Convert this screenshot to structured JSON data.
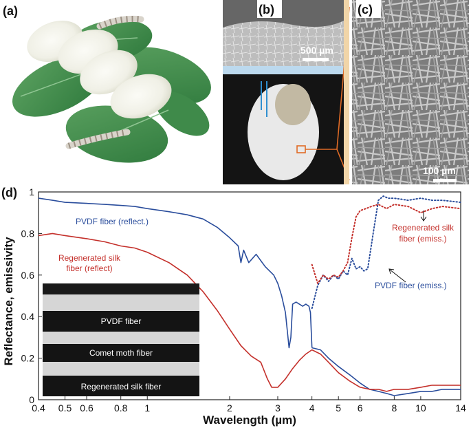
{
  "panels": {
    "a": "(a)",
    "b": "(b)",
    "c": "(c)",
    "d": "(d)"
  },
  "scalebars": {
    "b": "500 µm",
    "c": "100 µm"
  },
  "inset_labels": [
    "PVDF fiber",
    "Comet moth fiber",
    "Regenerated silk fiber"
  ],
  "colors": {
    "pvdf": "#2a4d9c",
    "silk": "#c4302b"
  },
  "chart_data": {
    "type": "line",
    "xlabel": "Wavelength (µm)",
    "ylabel": "Reflectance, emissivity",
    "xscale": "log",
    "xlim": [
      0.4,
      14
    ],
    "ylim": [
      0,
      1
    ],
    "xticks": [
      0.4,
      0.5,
      0.6,
      0.8,
      1,
      2,
      3,
      4,
      5,
      6,
      8,
      10,
      14
    ],
    "xtick_labels": [
      "0.4",
      "0.5",
      "0.6",
      "0.8",
      "1",
      "2",
      "3",
      "4",
      "5",
      "6",
      "8",
      "10",
      "14"
    ],
    "yticks": [
      0,
      0.2,
      0.4,
      0.6,
      0.8,
      1
    ],
    "ytick_labels": [
      "0",
      "0.2",
      "0.4",
      "0.6",
      "0.8",
      "1"
    ],
    "annotations": {
      "pvdf_reflect": "PVDF fiber (reflect.)",
      "silk_reflect_1": "Regenerated silk",
      "silk_reflect_2": "fiber (reflect)",
      "silk_emiss_1": "Regenerated silk",
      "silk_emiss_2": "fiber (emiss.)",
      "pvdf_emiss": "PVDF fiber (emiss.)"
    },
    "series": [
      {
        "key": "pvdf_reflect",
        "style": "solid",
        "color": "#2a4d9c",
        "x": [
          0.4,
          0.45,
          0.5,
          0.6,
          0.7,
          0.8,
          0.9,
          1.0,
          1.2,
          1.4,
          1.6,
          1.8,
          2.0,
          2.15,
          2.2,
          2.25,
          2.35,
          2.5,
          2.7,
          2.9,
          3.0,
          3.1,
          3.2,
          3.3,
          3.35,
          3.4,
          3.5,
          3.7,
          3.8,
          3.9,
          3.95,
          4.0
        ],
        "y": [
          0.97,
          0.96,
          0.95,
          0.945,
          0.94,
          0.935,
          0.93,
          0.92,
          0.905,
          0.89,
          0.87,
          0.83,
          0.78,
          0.74,
          0.66,
          0.72,
          0.66,
          0.7,
          0.64,
          0.6,
          0.56,
          0.5,
          0.42,
          0.25,
          0.3,
          0.46,
          0.47,
          0.45,
          0.46,
          0.45,
          0.42,
          0.25
        ]
      },
      {
        "key": "pvdf_reflect_tail",
        "style": "solid",
        "color": "#2a4d9c",
        "x": [
          4.0,
          4.3,
          4.6,
          5.0,
          5.5,
          6.0,
          6.5,
          7.0,
          7.5,
          8.0,
          9.0,
          10,
          11,
          12,
          14
        ],
        "y": [
          0.25,
          0.24,
          0.2,
          0.16,
          0.12,
          0.08,
          0.05,
          0.04,
          0.03,
          0.02,
          0.03,
          0.04,
          0.04,
          0.05,
          0.05
        ]
      },
      {
        "key": "silk_reflect",
        "style": "solid",
        "color": "#c4302b",
        "x": [
          0.4,
          0.45,
          0.5,
          0.6,
          0.7,
          0.8,
          0.9,
          1.0,
          1.2,
          1.4,
          1.6,
          1.8,
          2.0,
          2.2,
          2.4,
          2.6,
          2.75,
          2.85,
          3.0,
          3.2,
          3.4,
          3.6,
          3.8,
          4.0,
          4.3,
          4.6,
          5.0,
          5.5,
          6.0,
          6.5,
          7.0,
          7.5,
          8.0,
          9.0,
          10,
          11,
          12,
          14
        ],
        "y": [
          0.79,
          0.8,
          0.79,
          0.775,
          0.76,
          0.74,
          0.73,
          0.71,
          0.66,
          0.6,
          0.52,
          0.43,
          0.34,
          0.26,
          0.21,
          0.18,
          0.1,
          0.06,
          0.06,
          0.1,
          0.15,
          0.19,
          0.22,
          0.24,
          0.22,
          0.18,
          0.13,
          0.09,
          0.06,
          0.05,
          0.05,
          0.04,
          0.05,
          0.05,
          0.06,
          0.07,
          0.07,
          0.07
        ]
      },
      {
        "key": "pvdf_emiss",
        "style": "dotted",
        "color": "#2a4d9c",
        "x": [
          4.0,
          4.2,
          4.4,
          4.6,
          4.8,
          5.0,
          5.2,
          5.4,
          5.6,
          5.8,
          6.0,
          6.2,
          6.4,
          6.7,
          7.0,
          7.3,
          7.6,
          8.0,
          9.0,
          10,
          11,
          12,
          14
        ],
        "y": [
          0.44,
          0.55,
          0.6,
          0.57,
          0.6,
          0.58,
          0.62,
          0.6,
          0.68,
          0.63,
          0.64,
          0.62,
          0.63,
          0.8,
          0.96,
          0.98,
          0.97,
          0.97,
          0.96,
          0.97,
          0.96,
          0.96,
          0.95
        ]
      },
      {
        "key": "silk_emiss",
        "style": "dotted",
        "color": "#c4302b",
        "x": [
          4.0,
          4.2,
          4.4,
          4.6,
          4.8,
          5.0,
          5.2,
          5.4,
          5.6,
          5.8,
          6.0,
          6.3,
          6.6,
          7.0,
          7.5,
          8.0,
          9.0,
          10,
          11,
          12,
          14
        ],
        "y": [
          0.65,
          0.56,
          0.6,
          0.58,
          0.6,
          0.59,
          0.62,
          0.66,
          0.78,
          0.88,
          0.91,
          0.92,
          0.93,
          0.94,
          0.92,
          0.94,
          0.93,
          0.9,
          0.92,
          0.93,
          0.92
        ]
      }
    ]
  }
}
